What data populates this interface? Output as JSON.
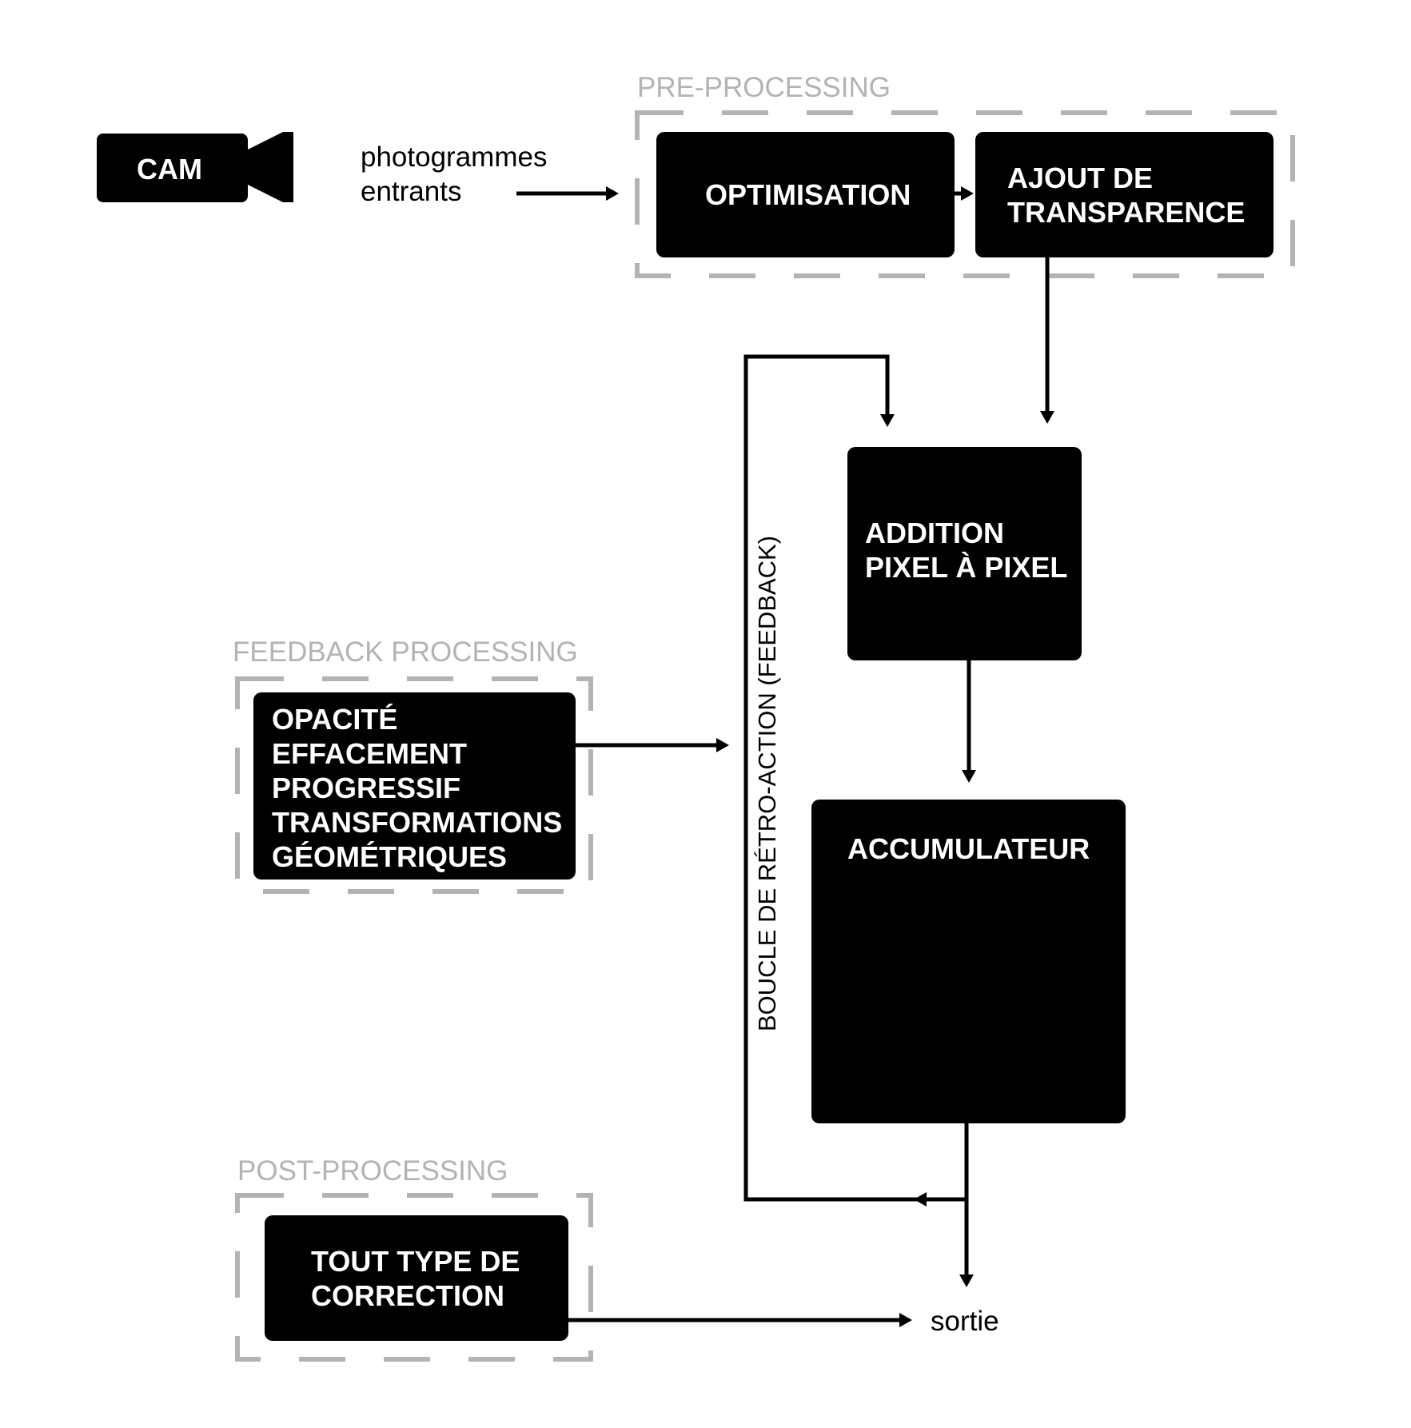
{
  "groups": {
    "pre": "PRE-PROCESSING",
    "feedback": "FEEDBACK PROCESSING",
    "post": "POST-PROCESSING"
  },
  "camera": {
    "label": "CAM",
    "icon": "video-camera-icon"
  },
  "input_label": [
    "photogrammes",
    "entrants"
  ],
  "boxes": {
    "optimisation": [
      "OPTIMISATION"
    ],
    "transparence": [
      "AJOUT DE",
      "TRANSPARENCE"
    ],
    "addition": [
      "ADDITION",
      "PIXEL À PIXEL"
    ],
    "accumulateur": [
      "ACCUMULATEUR"
    ],
    "feedback_ops": [
      "OPACITÉ",
      "EFFACEMENT",
      "PROGRESSIF",
      "TRANSFORMATIONS",
      "GÉOMÉTRIQUES"
    ],
    "correction": [
      "TOUT TYPE DE",
      "CORRECTION"
    ]
  },
  "feedback_loop_label": "BOUCLE DE RÉTRO-ACTION (FEEDBACK)",
  "output_label": "sortie",
  "colors": {
    "box": "#000000",
    "box_text": "#ffffff",
    "group": "#b3b3b3"
  }
}
